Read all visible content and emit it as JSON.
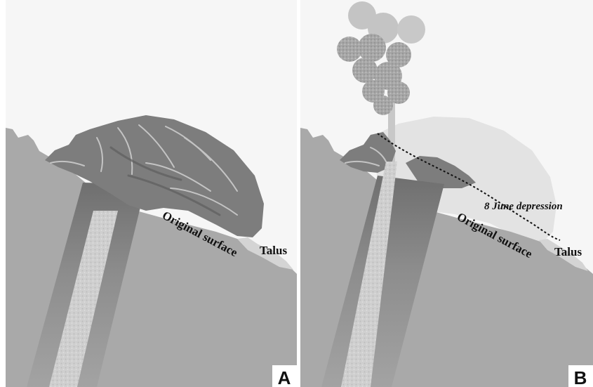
{
  "panels": [
    {
      "letter": "A",
      "labels": {
        "original_surface": "Original surface",
        "talus": "Talus"
      }
    },
    {
      "letter": "B",
      "labels": {
        "depression": "8 June depression",
        "original_surface": "Original surface",
        "talus": "Talus"
      }
    }
  ],
  "colors": {
    "sky": "#f6f6f6",
    "ground": "#a9a9a9",
    "dome": "#7d7d7d",
    "conduit": "#9a9a9a",
    "conduit_core": "#cfcfcf",
    "talus": "#d4d4d4",
    "plume": "#a0a0a0"
  }
}
